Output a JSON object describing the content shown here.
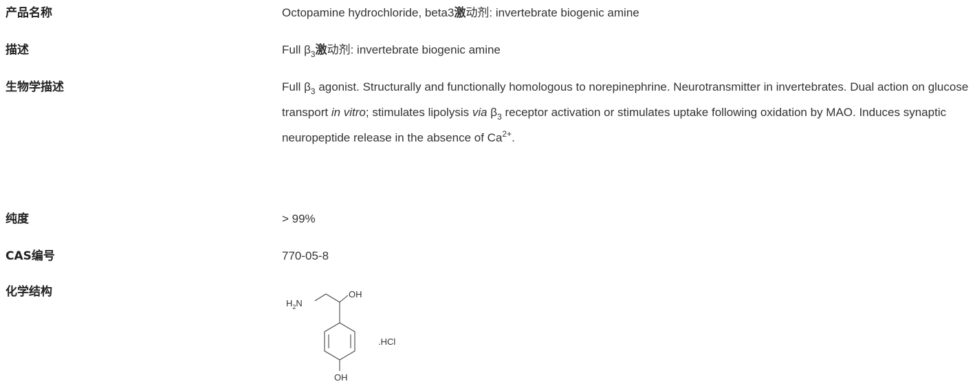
{
  "rows": [
    {
      "label": "产品名称",
      "value": {
        "part1": "Octopamine hydrochloride, beta3",
        "bold": "激",
        "part2": "动剂: invertebrate biogenic amine"
      }
    },
    {
      "label": "描述",
      "value": {
        "part1": "Full β",
        "sub": "3",
        "bold": "激",
        "part2": "动剂: invertebrate biogenic amine"
      }
    },
    {
      "label": "生物学描述",
      "value": {
        "t1": "Full β",
        "sub1": "3",
        "t2": " agonist. Structurally and functionally homologous to norepinephrine. Neurotransmitter in invertebrates. Dual action on glucose transport ",
        "i1": "in vitro",
        "t3": "; stimulates lipolysis ",
        "i2": "via",
        "t4": " β",
        "sub2": "3",
        "t5": " receptor activation or stimulates uptake following oxidation by MAO. Induces synaptic neuropeptide release in the absence of Ca",
        "sup": "2+",
        "t6": "."
      }
    },
    {
      "label": "纯度",
      "value": "> 99%"
    },
    {
      "label": "CAS编号",
      "value": "770-05-8"
    },
    {
      "label": "化学结构",
      "structure": {
        "amine": "H",
        "amine_sub": "2",
        "amine_n": "N",
        "hydroxyl_top": "OH",
        "hydroxyl_bottom": "OH",
        "salt": ".HCl"
      }
    }
  ]
}
